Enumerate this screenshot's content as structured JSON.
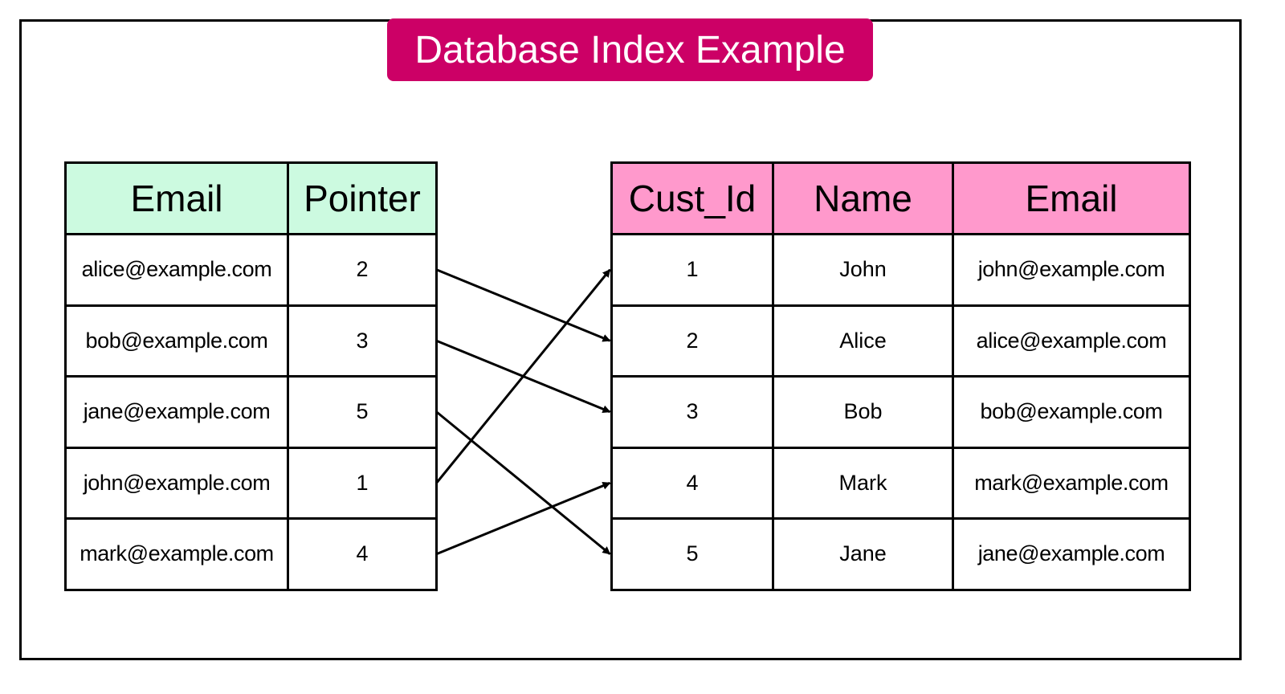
{
  "title": "Database Index Example",
  "index_table": {
    "headers": [
      "Email",
      "Pointer"
    ],
    "rows": [
      {
        "email": "alice@example.com",
        "pointer": "2"
      },
      {
        "email": "bob@example.com",
        "pointer": "3"
      },
      {
        "email": "jane@example.com",
        "pointer": "5"
      },
      {
        "email": "john@example.com",
        "pointer": "1"
      },
      {
        "email": "mark@example.com",
        "pointer": "4"
      }
    ]
  },
  "customer_table": {
    "headers": [
      "Cust_Id",
      "Name",
      "Email"
    ],
    "rows": [
      {
        "cust_id": "1",
        "name": "John",
        "email": "john@example.com"
      },
      {
        "cust_id": "2",
        "name": "Alice",
        "email": "alice@example.com"
      },
      {
        "cust_id": "3",
        "name": "Bob",
        "email": "bob@example.com"
      },
      {
        "cust_id": "4",
        "name": "Mark",
        "email": "mark@example.com"
      },
      {
        "cust_id": "5",
        "name": "Jane",
        "email": "jane@example.com"
      }
    ]
  },
  "colors": {
    "title_bg": "#cc0066",
    "index_header_bg": "#ccfae0",
    "customer_header_bg": "#ff99cc"
  }
}
